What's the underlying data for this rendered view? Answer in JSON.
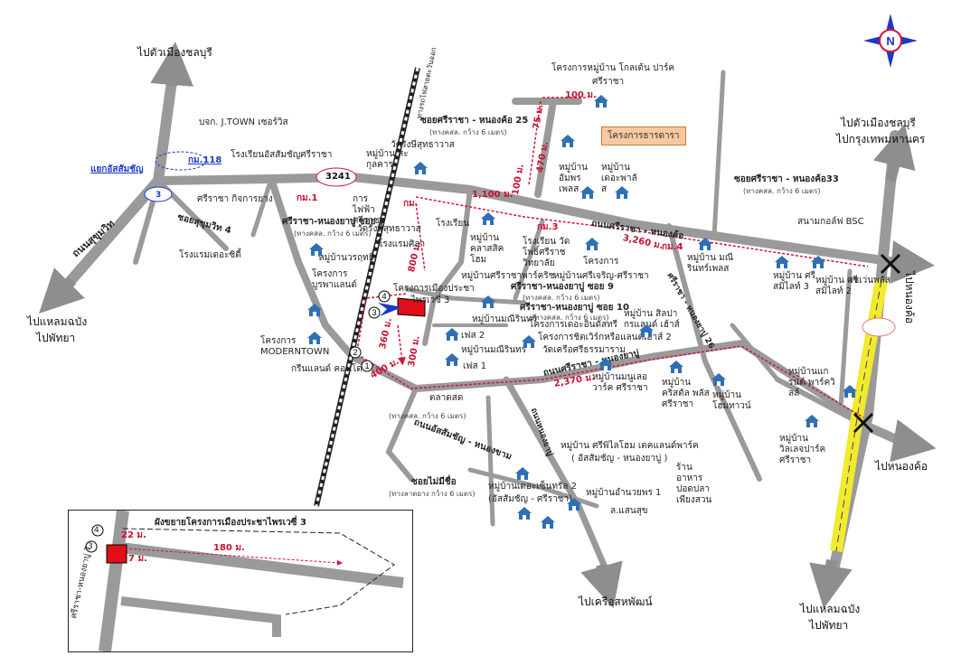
{
  "directions": {
    "to_chonburi_nw": "ไปตัวเมืองชลบุรี",
    "to_chonburi_ne_1": "ไปตัวเมืองชลบุรี",
    "to_chonburi_ne_2": "ไปกรุงเทพมหานคร",
    "to_laem_chabang_w_1": "ไปแหลมฉบัง",
    "to_laem_chabang_w_2": "ไปพัทยา",
    "to_laem_chabang_se_1": "ไปแหลมฉบัง",
    "to_laem_chabang_se_2": "ไปพัทยา",
    "to_nong_kho_e": "ไปหนองค้อ",
    "to_nong_kho_se": "ไปหนองค้อ",
    "to_khrua_sahapat": "ไปเครือสหพัฒน์"
  },
  "roads": {
    "sukhumvit": "ถนนสุขุมวิท",
    "soi_7_title": "ศรีราชา-หนองยาบู่ ซอย 7",
    "soi_7_sub": "(ทางคสล. กว้าง 6 เมตร)",
    "soi_9_title": "ศรีราชา-หนองยาบู่ ซอย 9",
    "soi_9_sub": "(ทางคสล. กว้าง 6 เมตร)",
    "soi_10_title": "ศรีราชา-หนองยาบู่ ซอย 10",
    "soi_10_sub": "(ทางคสล. กว้าง 6 เมตร)",
    "soi_25_title": "ซอยศรีราชา - หนองค้อ 25",
    "soi_25_sub": "(ทางคสล. กว้าง 6 เมตร)",
    "soi_33_title": "ซอยศรีราชา - หนองค้อ33",
    "soi_33_sub": "(ทางคสล. กว้าง 6 เมตร)",
    "soi_mimue_title": "ซอยไม่มีชื่อ",
    "soi_mimue_sub": "(ทางลาดยาง กว้าง 6 เมตร)",
    "sriracha_nongkho": "ถนนศรีราชา - หนองค้อ",
    "sriracha_nongyabu": "ถนนศรีราชา - หนองยาบู่",
    "sriracha_nongyabu_26": "ศรีราชา - หนองยาบู่ 26",
    "assumption_nongkham": "ถนนอัสสัมชัญ - หนองขาม",
    "assumption_sub": "(ทางคสล. กว้าง 6 เมตร)",
    "nongyabu_road": "ถนนหนองยาบู่",
    "railway": "ทางรถไฟสายตะวันออก",
    "soi_sukhumvit_4": "ซอยสุขุมวิท 4",
    "rt_3241": "3241",
    "route_3": "3",
    "km_118": "กม.118",
    "km_1": "กม.1",
    "km_2": "กม.",
    "km_3": "กม.3",
    "km_4": "กม.4",
    "assumption_junction": "แยกอัสสัมชัญ"
  },
  "distances": {
    "d100a": "100 ม.",
    "d75": "75 ม.",
    "d470": "470 ม.",
    "d100b": "100 ม.",
    "d1100": "1,100 ม.",
    "d3260": "3,260 ม.",
    "d800": "800 ม.",
    "d360": "360 ม.",
    "d300": "300 ม.",
    "d400": "400 ม.",
    "d2370": "2,370 ม."
  },
  "places": {
    "jtown": "บจก. J.TOWN เซอร์วิส",
    "assumption_school": "โรงเรียนอัสสัมชัญศรีราชา",
    "sriracha_kijkarnyang": "ศรีราชา กิจการยาง",
    "hotel_city": "โรงแรมเดอะซิตี้",
    "pea": "การไฟฟ้า ศรีราชา",
    "wat_sriracha": "วัดรังษีสุทธาวาส",
    "wat_sriracha_2": "วัดรังษีสุทธาวาส",
    "mb_sakuluk": "หมู่บ้าน สะกุลคาร",
    "hotel_sensila": "โรงแรมศิลา",
    "mb_naruephon": "หมู่บ้านวรฤทธิ์",
    "proj_burapa": "โครงการ บูรพาแลนด์",
    "proj_moderntown": "โครงการ MODERNTOWN",
    "green_land": "กรีนแลนด์ คอนโด",
    "school": "โรงเรียน",
    "hospital": "หมู่บ้าน คลาสสิคโฮม",
    "school_wat": "โรงเรียน วัดโพธิ์ศรีราชวิทยาลัย",
    "proj": "โครงการ",
    "mb_sriracha_park": "หมู่บ้านศรีราชาพาร์คริช",
    "proj_suan_sriracha": "หมู่บ้านศรีเจริญ-ศรีราชา",
    "mb_manee_2": "หมู่บ้านมณีรินทร์",
    "mb_manee_3": "หมู่บ้านมณีรินทร์",
    "proj_ek_park": "โครงการเดอะอินดัสทรี",
    "proj_sitthi": "โครงการชิตเวิร์กหรือแลนด์เฮ้าส์ 2",
    "wat_krisana": "วัดเครือศรีธรรมาราม",
    "mb_silapakorn": "หมู่บ้าน สิลปากรแลนด์ เฮ้าส์",
    "phase_2": "เฟส 2",
    "phase_1": "เฟส 1",
    "proj_golden_park": "โครงการหมู่บ้าน โกลเด้น ปาร์ค",
    "golden_park_sub": "ศรีราชา",
    "proj_sarawut": "โครงการธารดารา",
    "mb_uthai": "หมู่บ้าน อัมพรเพลส",
    "mb_the_palace": "หมู่บ้าน เดอะพาลัส",
    "mb_manee_place": "หมู่บ้าน มณีรินทร์เพลส",
    "golf_bsc": "สนามกอล์ฟ BSC",
    "mb_sawang_3": "หมู่บ้าน ศรีสมิไลท์ 3",
    "mb_sawang_2": "หมู่บ้าน ศรีสมิไลท์ 2",
    "seven_plus": "เซเว่นพลัส",
    "mb_nongyabu": "หมู่บ้านมนูเลอวาร์ค ศรีราชา",
    "mb_christal": "หมู่บ้านคริสตัล พลัส ศรีราชา",
    "mb_home": "หมู่บ้าน โฮมทาวน์",
    "mb_grand_park": "หมู่บ้านแกรนด์ พาร์ควิลล์",
    "mb_velly_park": "หมู่บ้าน วิลเลจปาร์ค ศรีราชา",
    "restaurant": "ร้านอาหาร ปอดปลา เพียงสวน",
    "mb_sinthorn": "หมู่บ้าน ศรีพิไลโฮม เดคแลนด์พาร์ค",
    "sinthorn_sub": "( อัสสัมชัญ - หนองยาบู่ )",
    "mb_the_nest": "หมู่บ้านเดอะเซ็นทรัล 2",
    "the_nest_sub": "(อัสสัมชัญ - ศรีราชา)",
    "mb_ampon": "หมู่บ้านอำนวยพร 1",
    "market": "ตลาดสด",
    "ploen_sukho": "ล.แสนสุข",
    "phrachiamsak_3": "ไพรเวซี่ 3",
    "proj_main": "โครงการเมืองประชา"
  },
  "inset": {
    "title": "ผังขยายโครงการเมืองประชาไพรเวซี่ 3",
    "d22": "22 ม.",
    "d7": "7 ม.",
    "d180": "180 ม.",
    "road": "ศรีราชา-หนองยาบู่ 7",
    "marker_3": "3",
    "marker_4": "4"
  },
  "markers": {
    "m1": "1",
    "m2": "2",
    "m3": "3",
    "m4": "4"
  },
  "compass": {
    "letter": "N"
  },
  "colors": {
    "road": "#9a9a9a",
    "route": "#d2143a",
    "highway_yellow": "#f2ea2e",
    "compass_blue": "#1a39c9",
    "plot_red": "#e10f17"
  }
}
